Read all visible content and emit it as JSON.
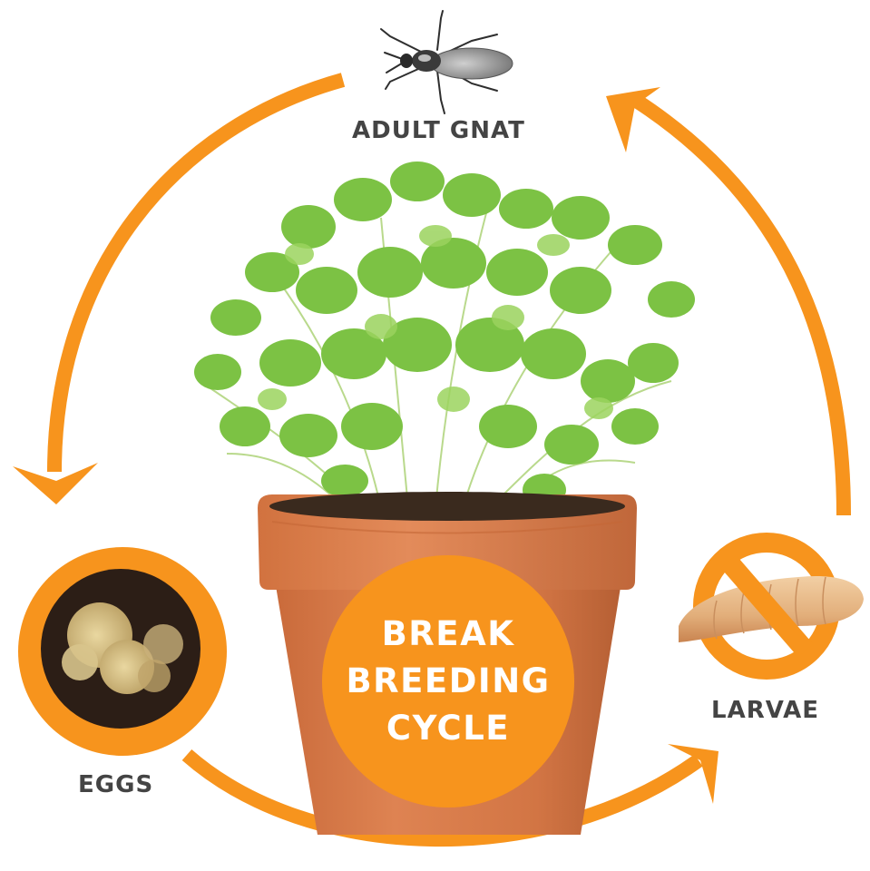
{
  "diagram": {
    "type": "life-cycle",
    "accent_color": "#F7941D",
    "text_color": "#444444",
    "center": {
      "lines": [
        "BREAK",
        "BREEDING",
        "CYCLE"
      ],
      "fill": "#F7941D",
      "text_color": "#FFFFFF"
    },
    "stages": [
      {
        "id": "adult",
        "label": "ADULT GNAT",
        "icon": "gnat-fly-icon",
        "position": "top"
      },
      {
        "id": "eggs",
        "label": "EGGS",
        "icon": "eggs-photo-circle",
        "position": "bottom-left"
      },
      {
        "id": "larvae",
        "label": "LARVAE",
        "icon": "larva-prohibited-icon",
        "position": "bottom-right"
      }
    ],
    "arrows": [
      {
        "from": "adult",
        "to": "eggs",
        "direction": "counter-clockwise"
      },
      {
        "from": "eggs",
        "to": "larvae",
        "direction": "counter-clockwise"
      },
      {
        "from": "larvae",
        "to": "adult",
        "direction": "counter-clockwise"
      }
    ],
    "central_image": "potted-plant-terracotta"
  }
}
